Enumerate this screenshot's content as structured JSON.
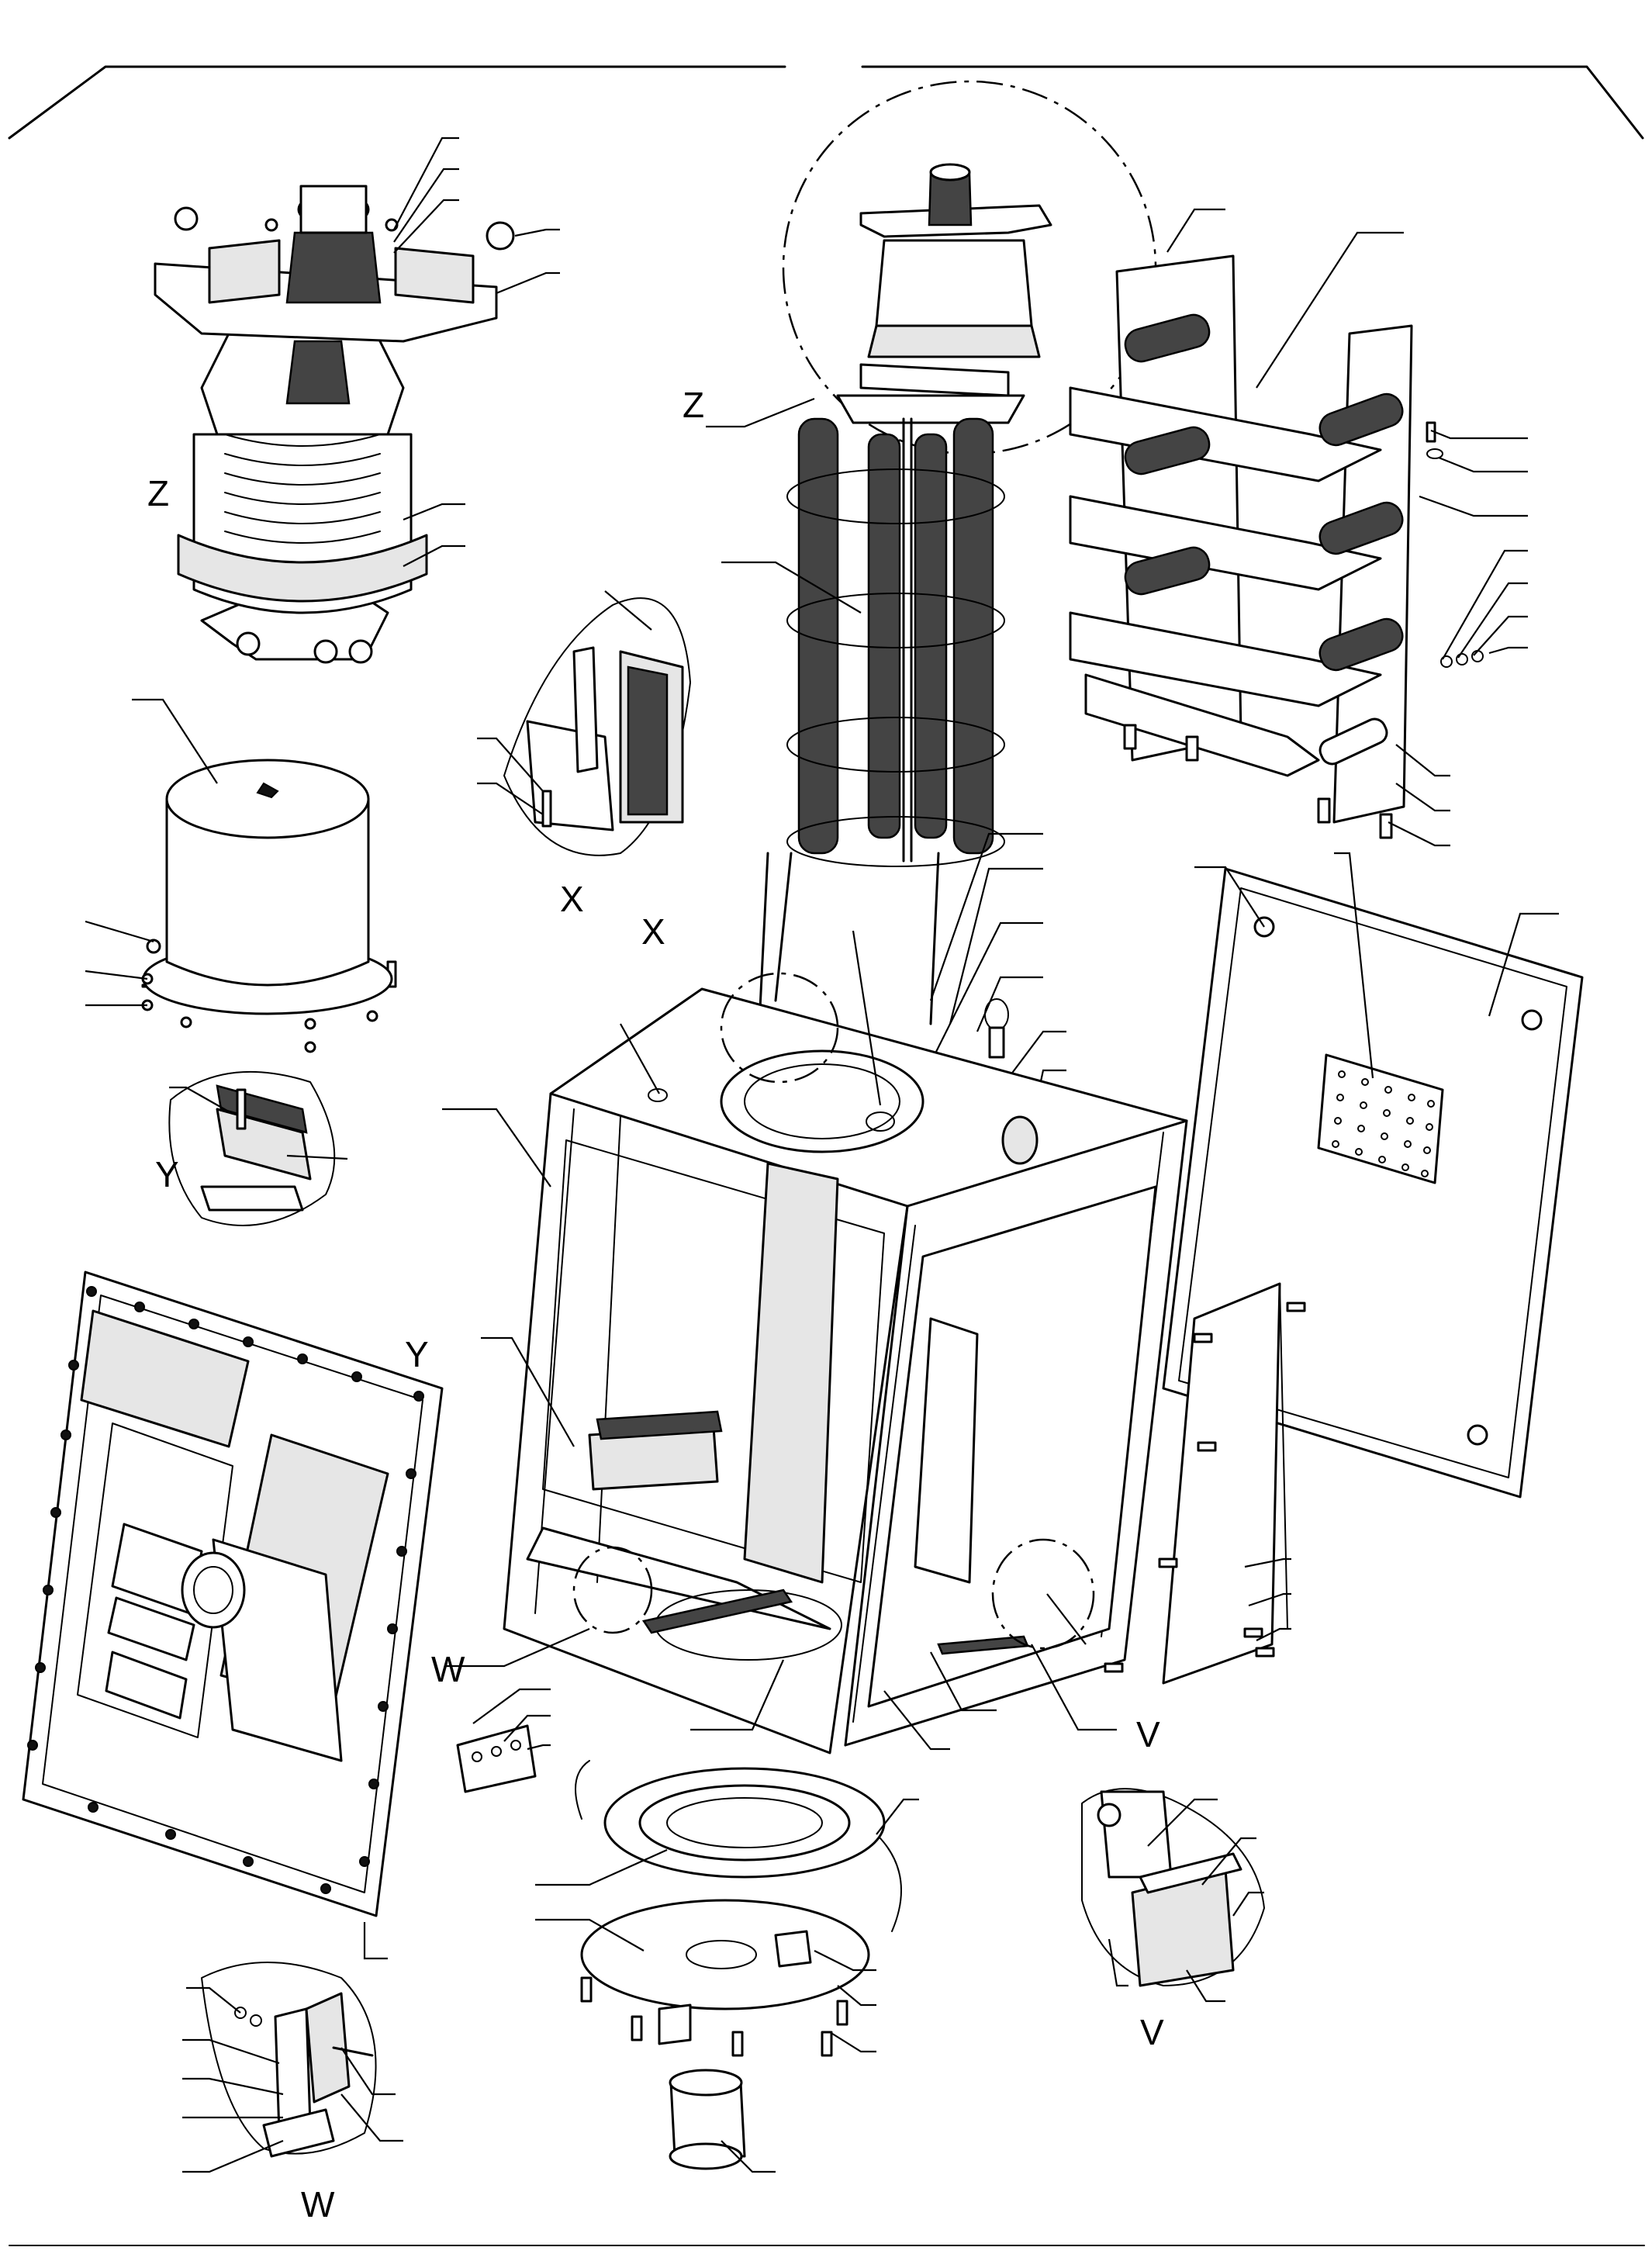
{
  "detail_labels": {
    "z_top": "Z",
    "z_column": "Z",
    "x_detail": "X",
    "x_frame": "X",
    "y_detail": "Y",
    "y_frame": "Y",
    "w_frame": "W",
    "w_detail": "W",
    "v_frame": "V",
    "v_detail": "V"
  },
  "colors": {
    "line": "#000000",
    "background": "#ffffff",
    "shade": "#e6e6e6"
  }
}
